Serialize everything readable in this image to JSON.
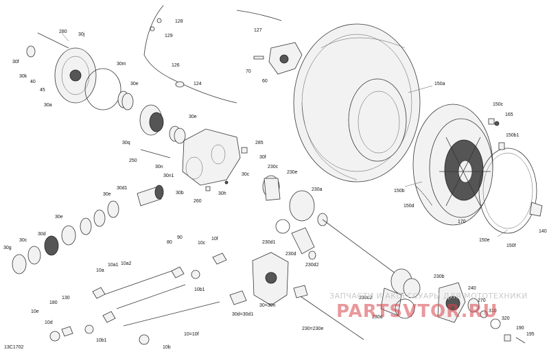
{
  "diagram": {
    "drawing_code": "13C1702",
    "labels": [
      "280",
      "30j",
      "30f",
      "30k",
      "40",
      "45",
      "30a",
      "30m",
      "30e",
      "30q",
      "30e",
      "250",
      "30n",
      "30n1",
      "30b",
      "260",
      "30h",
      "285",
      "30f",
      "30c",
      "230c",
      "230e",
      "30d1",
      "30e",
      "30g",
      "30c",
      "30d",
      "30e",
      "80",
      "90",
      "10c",
      "10f",
      "10a2",
      "10a",
      "10a1",
      "10b1",
      "10e",
      "10d",
      "130",
      "180",
      "10b1",
      "10b",
      "10=10f",
      "30d=30d1",
      "30=30n",
      "230d1",
      "230d",
      "230d2",
      "230a",
      "230b",
      "230d2",
      "230d",
      "230=230e",
      "240",
      "270",
      "310",
      "320",
      "190",
      "195",
      "126",
      "128",
      "129",
      "127",
      "124",
      "70",
      "60",
      "150a",
      "150c",
      "165",
      "150b1",
      "150b",
      "150d",
      "170",
      "150e",
      "150f",
      "140"
    ],
    "watermark": {
      "text_line1": "ЗАПЧАСТИ И АКСЕССУАРЫ ДЛЯ МОТОТЕХНИКИ",
      "text_line2": "PARTSVTOR.RU"
    }
  }
}
